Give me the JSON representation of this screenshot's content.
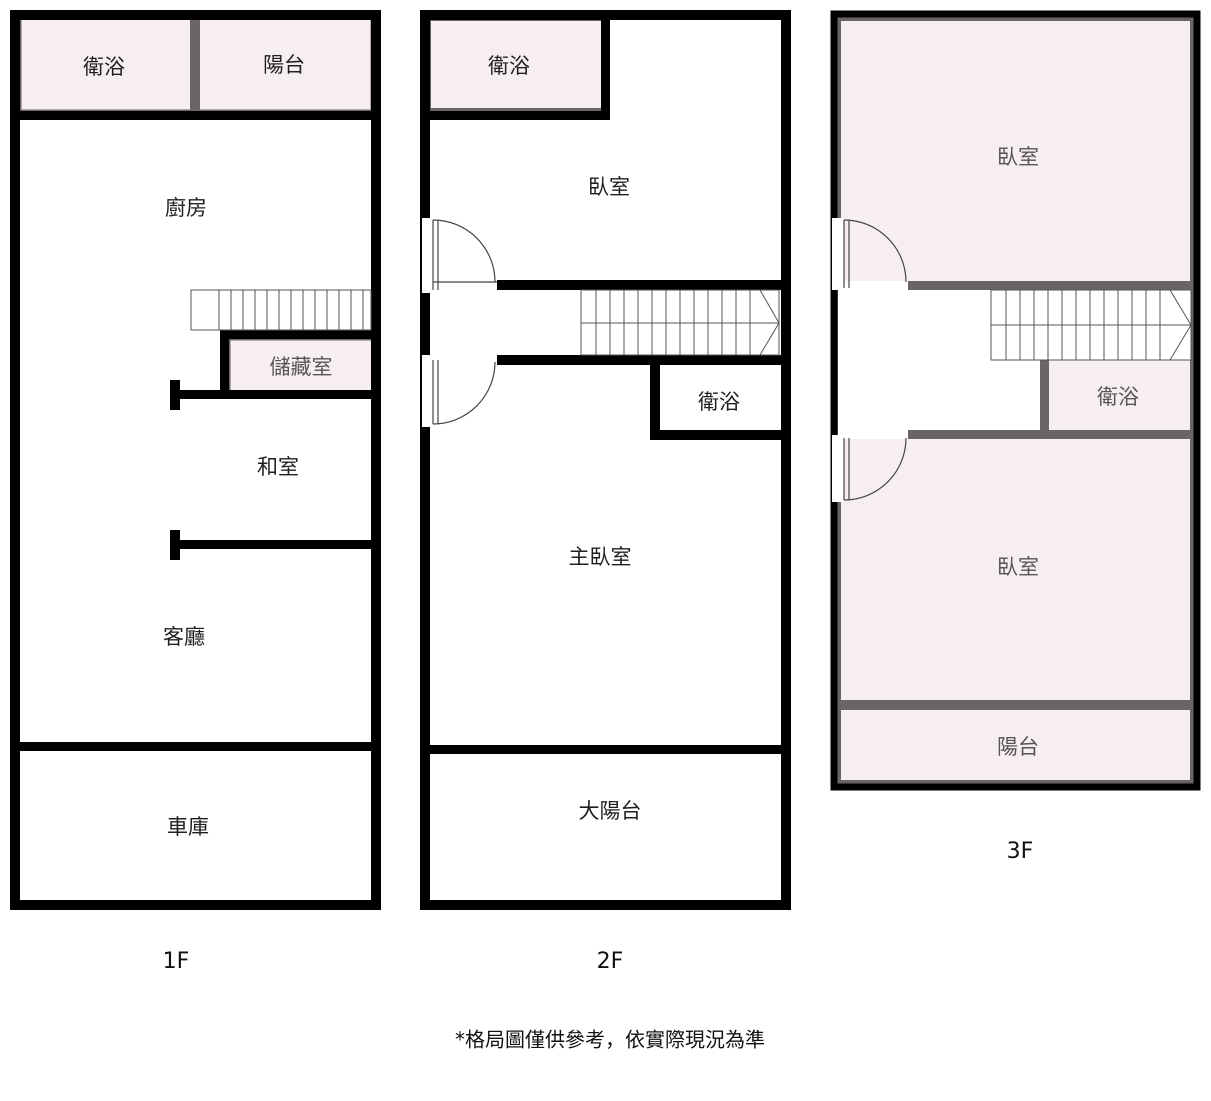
{
  "colors": {
    "wall_dark": "#000000",
    "wall_grey": "#6b6467",
    "room_pink": "#f7eef1"
  },
  "floors": {
    "f1": {
      "label": "1F",
      "rooms": {
        "bath": "衛浴",
        "balcony": "陽台",
        "kitchen": "廚房",
        "storage": "儲藏室",
        "japanese_room": "和室",
        "living_room": "客廳",
        "garage": "車庫"
      }
    },
    "f2": {
      "label": "2F",
      "rooms": {
        "bath_top": "衛浴",
        "bedroom": "臥室",
        "bath_mid": "衛浴",
        "master_bedroom": "主臥室",
        "big_balcony": "大陽台"
      }
    },
    "f3": {
      "label": "3F",
      "rooms": {
        "bedroom_top": "臥室",
        "bath": "衛浴",
        "bedroom_bottom": "臥室",
        "balcony": "陽台"
      }
    }
  },
  "disclaimer": "*格局圖僅供參考，依實際現況為準"
}
